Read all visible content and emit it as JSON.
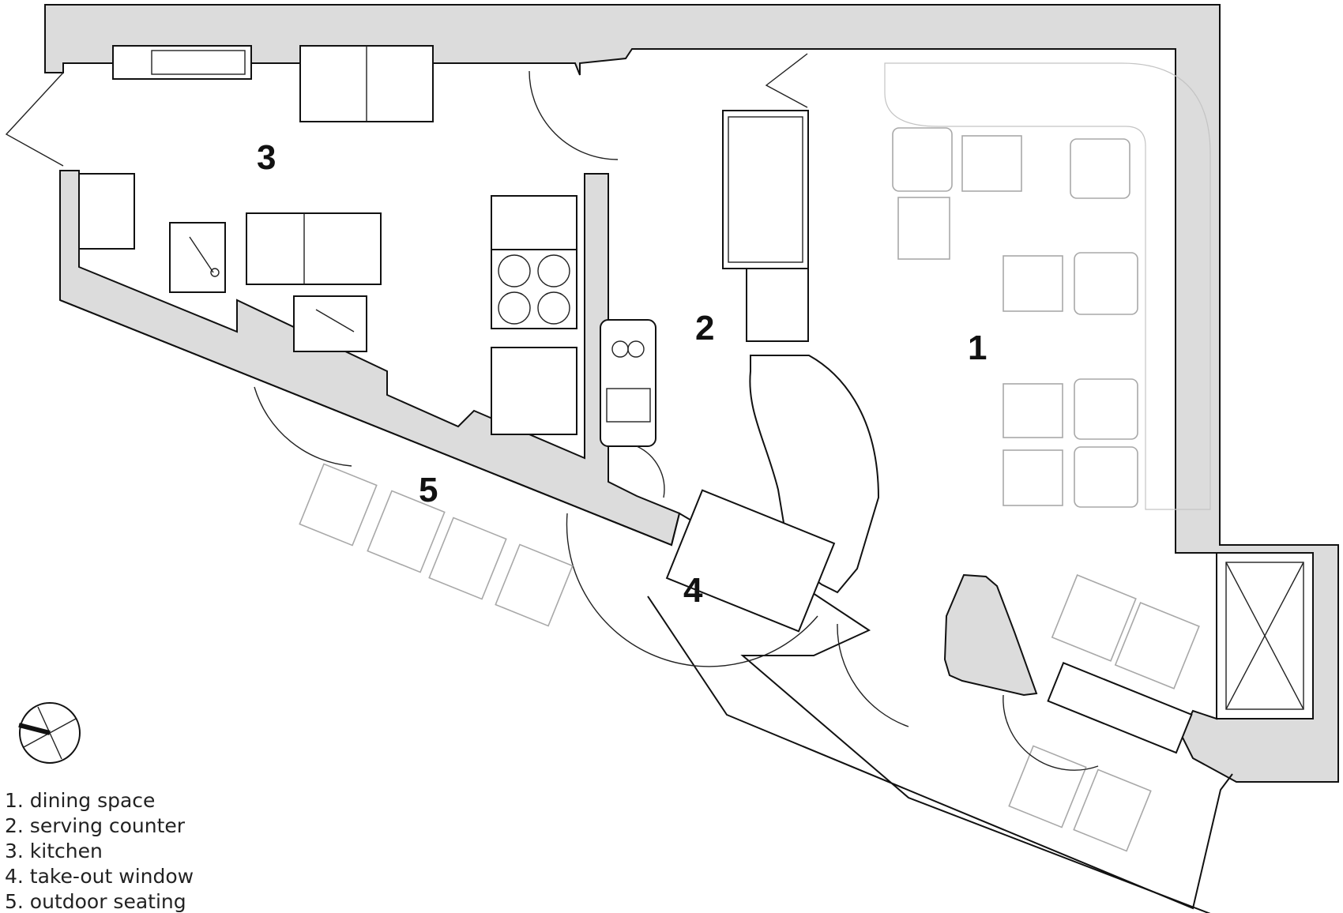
{
  "plan": {
    "rooms": [
      {
        "number": "1",
        "name": "dining space"
      },
      {
        "number": "2",
        "name": "serving counter"
      },
      {
        "number": "3",
        "name": "kitchen"
      },
      {
        "number": "4",
        "name": "take-out window"
      },
      {
        "number": "5",
        "name": "outdoor seating"
      }
    ]
  },
  "legend": {
    "items": [
      "1. dining space",
      "2. serving counter",
      "3. kitchen",
      "4. take-out window",
      "5. outdoor seating"
    ]
  },
  "colors": {
    "wall_fill": "#dcdcdc",
    "line": "#111111",
    "furniture_line": "#a8a8a8"
  }
}
